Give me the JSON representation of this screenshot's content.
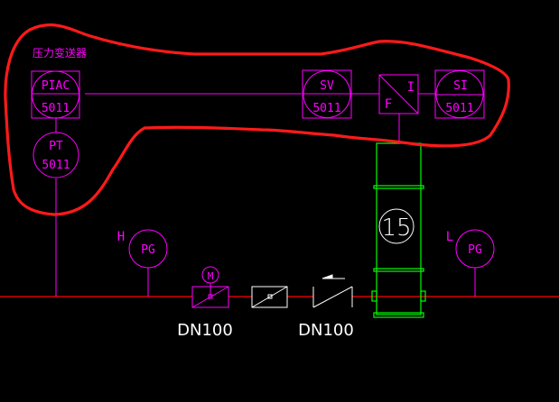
{
  "drawing": {
    "background": "#000000",
    "colors": {
      "instrument": "#ff00ff",
      "pipe": "#ff0000",
      "equipment": "#00ff00",
      "valve": "#ffffff",
      "markup_cloud": "#ff1a1a"
    },
    "annotation_label": "压力变送器",
    "instruments": {
      "piac": {
        "tag": "PIAC",
        "loop": "5011"
      },
      "pt": {
        "tag": "PT",
        "loop": "5011"
      },
      "sv": {
        "tag": "SV",
        "loop": "5011"
      },
      "converter": {
        "input": "F",
        "output": "I"
      },
      "si": {
        "tag": "SI",
        "loop": "5011"
      },
      "pg_high": {
        "tag": "PG",
        "side_label": "H"
      },
      "pg_low": {
        "tag": "PG",
        "side_label": "L"
      }
    },
    "valves": {
      "motor_valve": {
        "actuator": "M",
        "size": "DN100"
      },
      "butterfly_valve": {},
      "check_valve": {
        "size": "DN100"
      }
    },
    "equipment": {
      "filter": {
        "number": "15"
      }
    }
  }
}
